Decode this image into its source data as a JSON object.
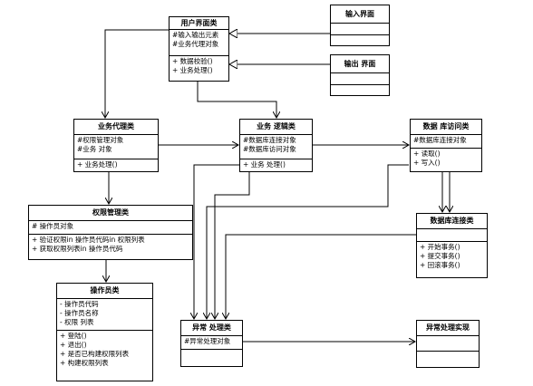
{
  "classes": {
    "ui": {
      "name": "用户界面类",
      "attrs": [
        "#输入输出元素",
        "#业务代理对象"
      ],
      "ops": [
        "+ 数据校验()",
        "+ 业务处理()"
      ]
    },
    "input": {
      "name": "输入界面"
    },
    "output": {
      "name": "输出 界面"
    },
    "proxy": {
      "name": "业务代理类",
      "attrs": [
        "#权限管理对象",
        "#业务 对象"
      ],
      "ops": [
        "+ 业务处理()"
      ]
    },
    "logic": {
      "name": "业务 逻辑类",
      "attrs": [
        "#数据库连接对象",
        "#数据库访问对象"
      ],
      "ops": [
        "+ 业务 处理()"
      ]
    },
    "dbaccess": {
      "name": "数据 库访问类",
      "attrs": [
        "#数据库连接对象"
      ],
      "ops": [
        "+ 读取()",
        "+ 写入()"
      ]
    },
    "perm": {
      "name": "权限管理类",
      "attrs": [
        "# 操作员对象"
      ],
      "ops": [
        "+ 验证权限in 操作员代码in 权限列表",
        "+ 获取权限列表in 操作员代码"
      ]
    },
    "dbconn": {
      "name": "数据库连接类",
      "ops": [
        "+ 开始事务()",
        "+ 提交事务()",
        "+ 回滚事务()"
      ]
    },
    "operator": {
      "name": "操作员类",
      "attrs": [
        "- 操作员代码",
        "- 操作员名称",
        "- 权限 列表"
      ],
      "ops": [
        "+ 登陆()",
        "+ 退出()",
        "+ 是否已构建权限列表",
        "+ 构建权限列表"
      ]
    },
    "exception": {
      "name": "异常 处理类",
      "attrs": [
        "#异常处理对象"
      ]
    },
    "exceptImpl": {
      "name": "异常处理实现"
    }
  }
}
